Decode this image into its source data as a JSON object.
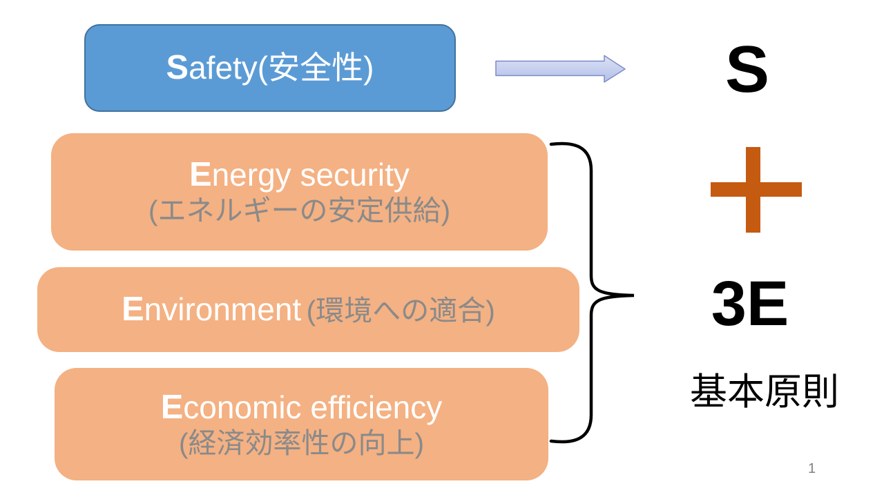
{
  "boxes": {
    "safety": {
      "initial": "S",
      "rest": "afety(安全性)"
    },
    "energy": {
      "initial": "E",
      "rest": "nergy security",
      "jp": "(エネルギーの安定供給)"
    },
    "environment": {
      "initial": "E",
      "rest": "nvironment",
      "jp": "(環境への適合)"
    },
    "economic": {
      "initial": "E",
      "rest": "conomic efficiency",
      "jp": "(経済効率性の向上)"
    }
  },
  "summary": {
    "s": "S",
    "three_e": "3E",
    "principle": "基本原則"
  },
  "icons": {
    "arrow": "right-block-arrow",
    "plus": "plus-sign",
    "brace": "right-curly-brace"
  },
  "page_number": "1",
  "colors": {
    "safety_fill": "#5B9BD5",
    "safety_border": "#41719C",
    "orange_fill": "#F4B183",
    "english_text": "#FFFFFF",
    "japanese_text": "#8A8A8A",
    "plus": "#C55A11",
    "black_text": "#000000",
    "arrow_fill_top": "#DCE1F4",
    "arrow_fill_bottom": "#B2BFE8",
    "arrow_border": "#7C8BC7",
    "brace_stroke": "#000000",
    "page_number_gray": "#808080"
  }
}
